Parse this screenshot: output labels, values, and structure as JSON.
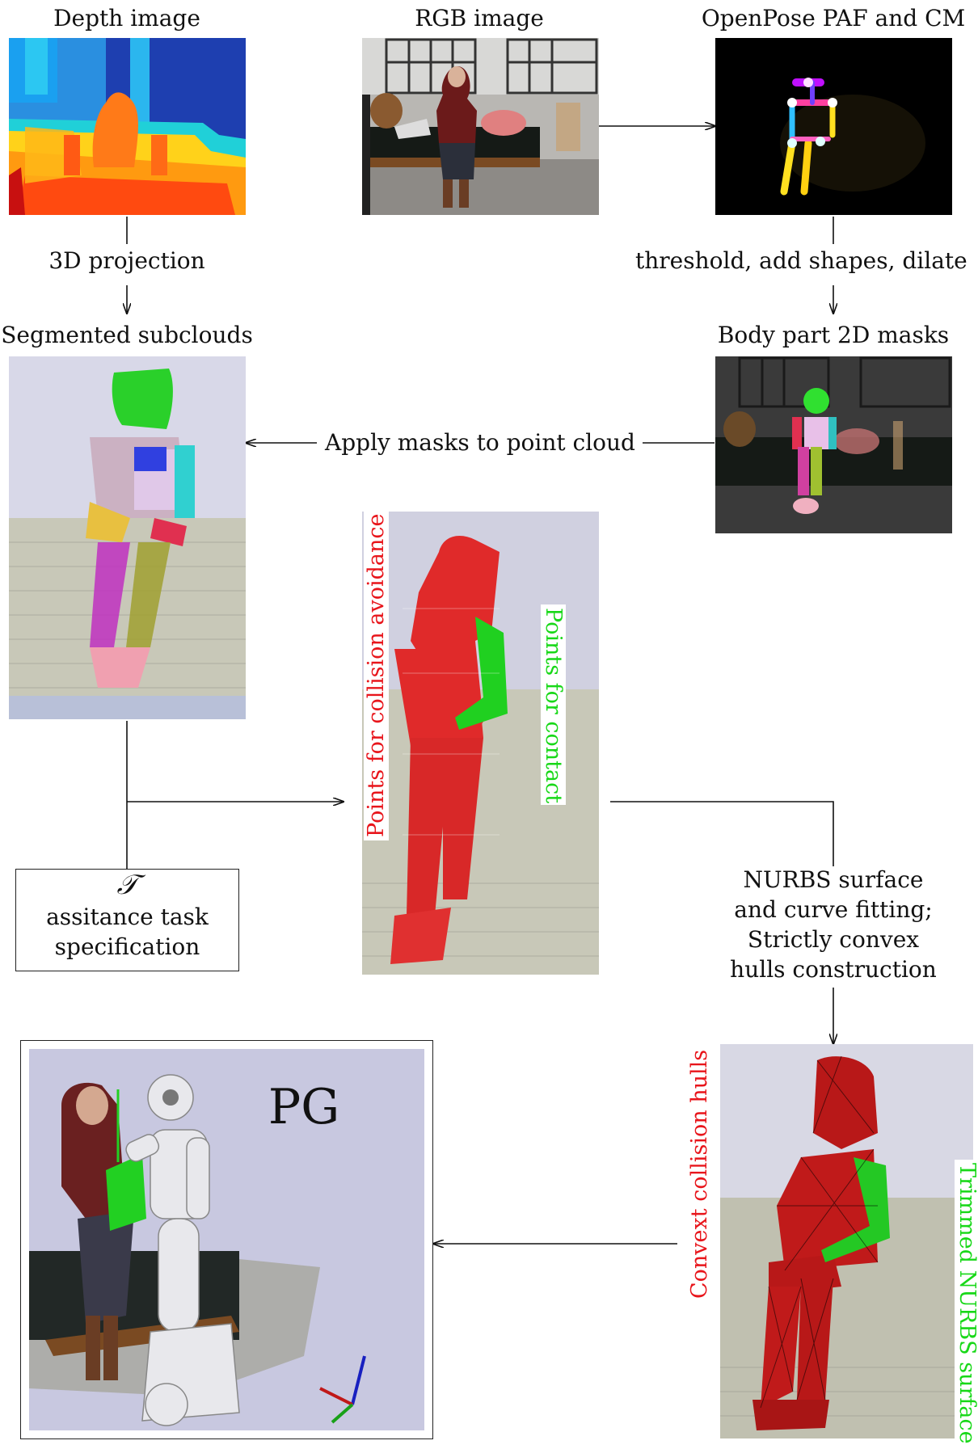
{
  "labels": {
    "depth_image": "Depth image",
    "rgb_image": "RGB image",
    "openpose": "OpenPose PAF and CM",
    "projection": "3D projection",
    "threshold": "threshold, add shapes, dilate",
    "subclouds": "Segmented subclouds",
    "masks2d": "Body part 2D masks",
    "apply_masks": "Apply masks to point cloud",
    "collision_points": "Points for collision avoidance",
    "contact_points": "Points for contact",
    "task_symbol": "𝒯",
    "task_line1": "assitance task",
    "task_line2": "specification",
    "nurbs_line1": "NURBS surface",
    "nurbs_line2": "and curve fitting;",
    "nurbs_line3": "Strictly convex",
    "nurbs_line4": "hulls construction",
    "convex_hulls": "Convext collision hulls",
    "trimmed_nurbs": "Trimmed NURBS surface",
    "pg": "PG"
  },
  "colors": {
    "collision": "#e8151b",
    "contact": "#18d818",
    "arrow": "#111111"
  }
}
